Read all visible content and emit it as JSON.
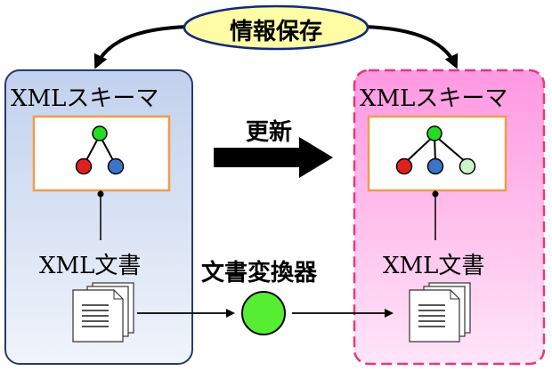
{
  "header": {
    "label": "情報保存"
  },
  "left_panel": {
    "title": "XMLスキーマ",
    "document_label": "XML文書"
  },
  "right_panel": {
    "title": "XMLスキーマ",
    "document_label": "XML文書"
  },
  "update_arrow": {
    "label": "更新"
  },
  "converter": {
    "label": "文書変換器"
  },
  "colors": {
    "ellipse_fill": "#fffca6",
    "left_panel_top": "#c5d4ee",
    "left_panel_bottom": "#eef2fa",
    "right_panel_top": "#ff9ce4",
    "right_panel_bottom": "#ffe2f7",
    "schema_border": "#f29a4c",
    "node_green": "#22dd22",
    "node_red": "#e02020",
    "node_blue": "#3d74c8",
    "node_light_green": "#ccf5cc",
    "converter_green": "#55ee33"
  },
  "icons": [
    "document-stack-icon",
    "tree-node-icon",
    "arrow-icon"
  ]
}
